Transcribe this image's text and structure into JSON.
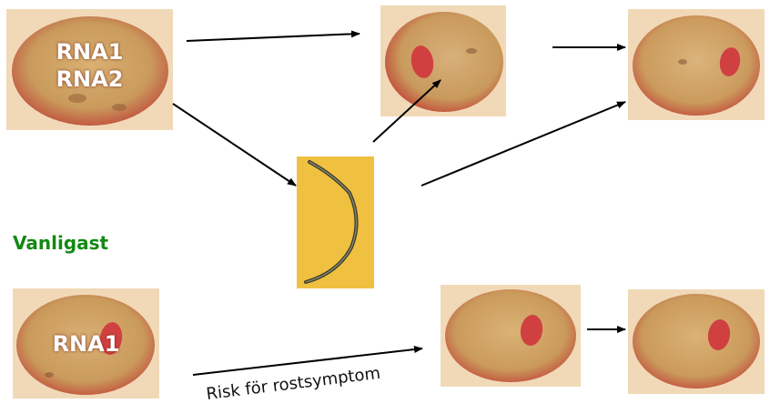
{
  "potatoes": {
    "top_left": {
      "label_line1": "RNA1",
      "label_line2": "RNA2"
    },
    "bottom_left": {
      "label": "RNA1"
    }
  },
  "captions": {
    "common": "Vanligast",
    "risk": "Risk för rostsymptom"
  },
  "colors": {
    "caption_green": "#138a13",
    "label_white": "#ffffff",
    "arrow": "#000000",
    "nematode_background": "#f0c040"
  },
  "icons": {
    "potato": "potato-photo",
    "nematode": "nematode-photo"
  }
}
